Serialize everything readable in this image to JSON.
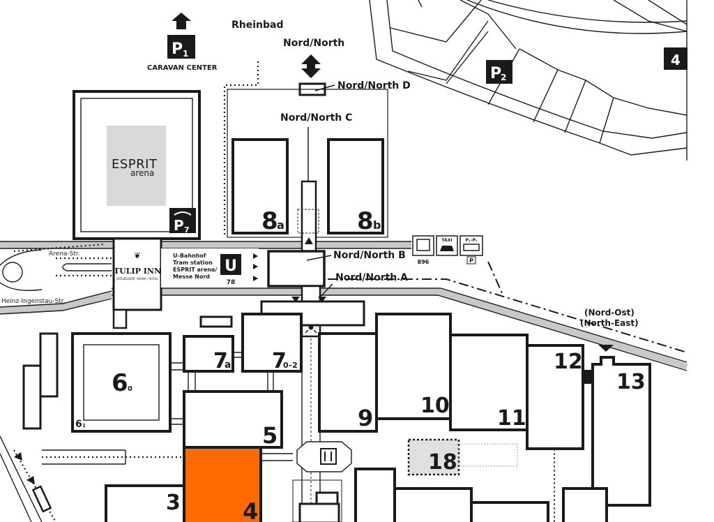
{
  "map": {
    "labels": {
      "rheinbad": "Rheinbad",
      "nord_north": "Nord/North",
      "nord_north_d": "Nord/North D",
      "nord_north_c": "Nord/North C",
      "nord_north_b": "Nord/North B",
      "nord_north_a": "Nord/North A",
      "caravan_center": "CARAVAN CENTER",
      "arena_str": "Arena-Str.",
      "heinz_str": "Heinz-Ingenstau-Str.",
      "nord_ost": "(Nord-Ost)",
      "north_east": "(North-East)"
    },
    "parking": {
      "p1": "P",
      "p1_sub": "1",
      "p2": "P",
      "p2_sub": "2",
      "p7": "P",
      "p7_sub": "7",
      "p4_partial": "4"
    },
    "esprit": {
      "brand": "ESPRIT",
      "sub": "arena"
    },
    "tulip": {
      "name": "TULIP INN",
      "sub": "DÜSSELDORF ARENA | HOTEL"
    },
    "tram": {
      "line1": "U-Bahnhof",
      "line2": "Tram station",
      "line3": "ESPRIT arena/",
      "line4": "Messe Nord",
      "number": "78",
      "icon_letter": "U"
    },
    "transport": {
      "bus_number": "896",
      "taxi": "TAXI",
      "shuttle_text": "P₁–P₂",
      "parking_small": "P"
    },
    "halls": {
      "h3": "3",
      "h4": "4",
      "h5": "5",
      "h6": "6",
      "h6_sub": "0",
      "h6_small": "6",
      "h6_small_sub": "1",
      "h7a": "7",
      "h7a_sub": "a",
      "h7": "7",
      "h7_sub": "0–2",
      "h8a": "8",
      "h8a_sub": "a",
      "h8b": "8",
      "h8b_sub": "b",
      "h9": "9",
      "h10": "10",
      "h11": "11",
      "h12": "12",
      "h13": "13",
      "h18": "18"
    },
    "highlight_color": "#ff6b00",
    "icons": [
      "arrow-up-icon",
      "double-arrow-icon",
      "bus-icon",
      "taxi-icon",
      "shuttle-icon",
      "restaurant-icon",
      "info-point-icon",
      "arrow-down-icon"
    ]
  }
}
